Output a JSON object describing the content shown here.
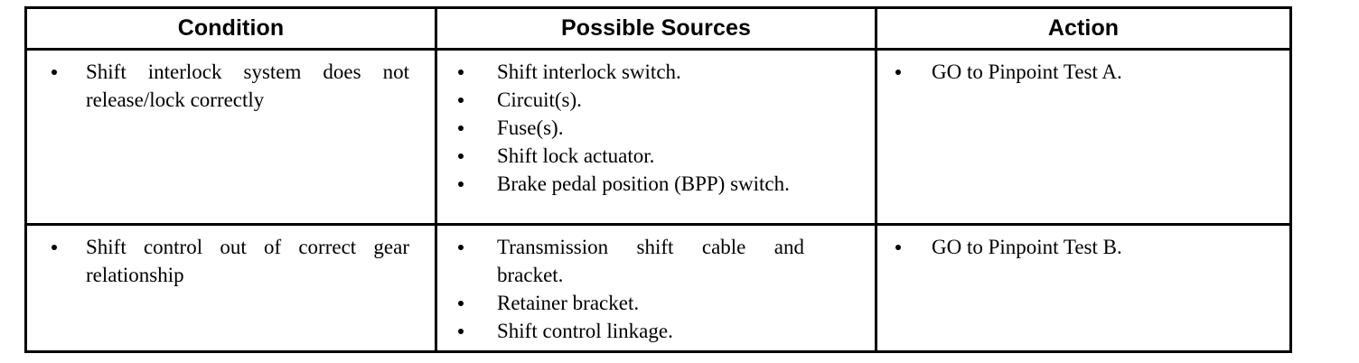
{
  "table": {
    "headers": [
      {
        "label": "Condition"
      },
      {
        "label": "Possible Sources"
      },
      {
        "label": "Action"
      }
    ],
    "rows": [
      {
        "condition": [
          "Shift interlock system does not release/lock correctly"
        ],
        "possible_sources": [
          "Shift interlock switch.",
          "Circuit(s).",
          "Fuse(s).",
          "Shift lock actuator.",
          "Brake pedal position (BPP) switch."
        ],
        "action": [
          "GO to Pinpoint Test A."
        ]
      },
      {
        "condition": [
          "Shift control out of correct gear relationship"
        ],
        "possible_sources": [
          "Transmission shift cable and bracket.",
          "Retainer bracket.",
          "Shift control linkage."
        ],
        "action": [
          "GO to Pinpoint Test B."
        ]
      }
    ]
  },
  "style": {
    "border_color": "#000000",
    "text_color": "#000000",
    "background": "#ffffff"
  }
}
